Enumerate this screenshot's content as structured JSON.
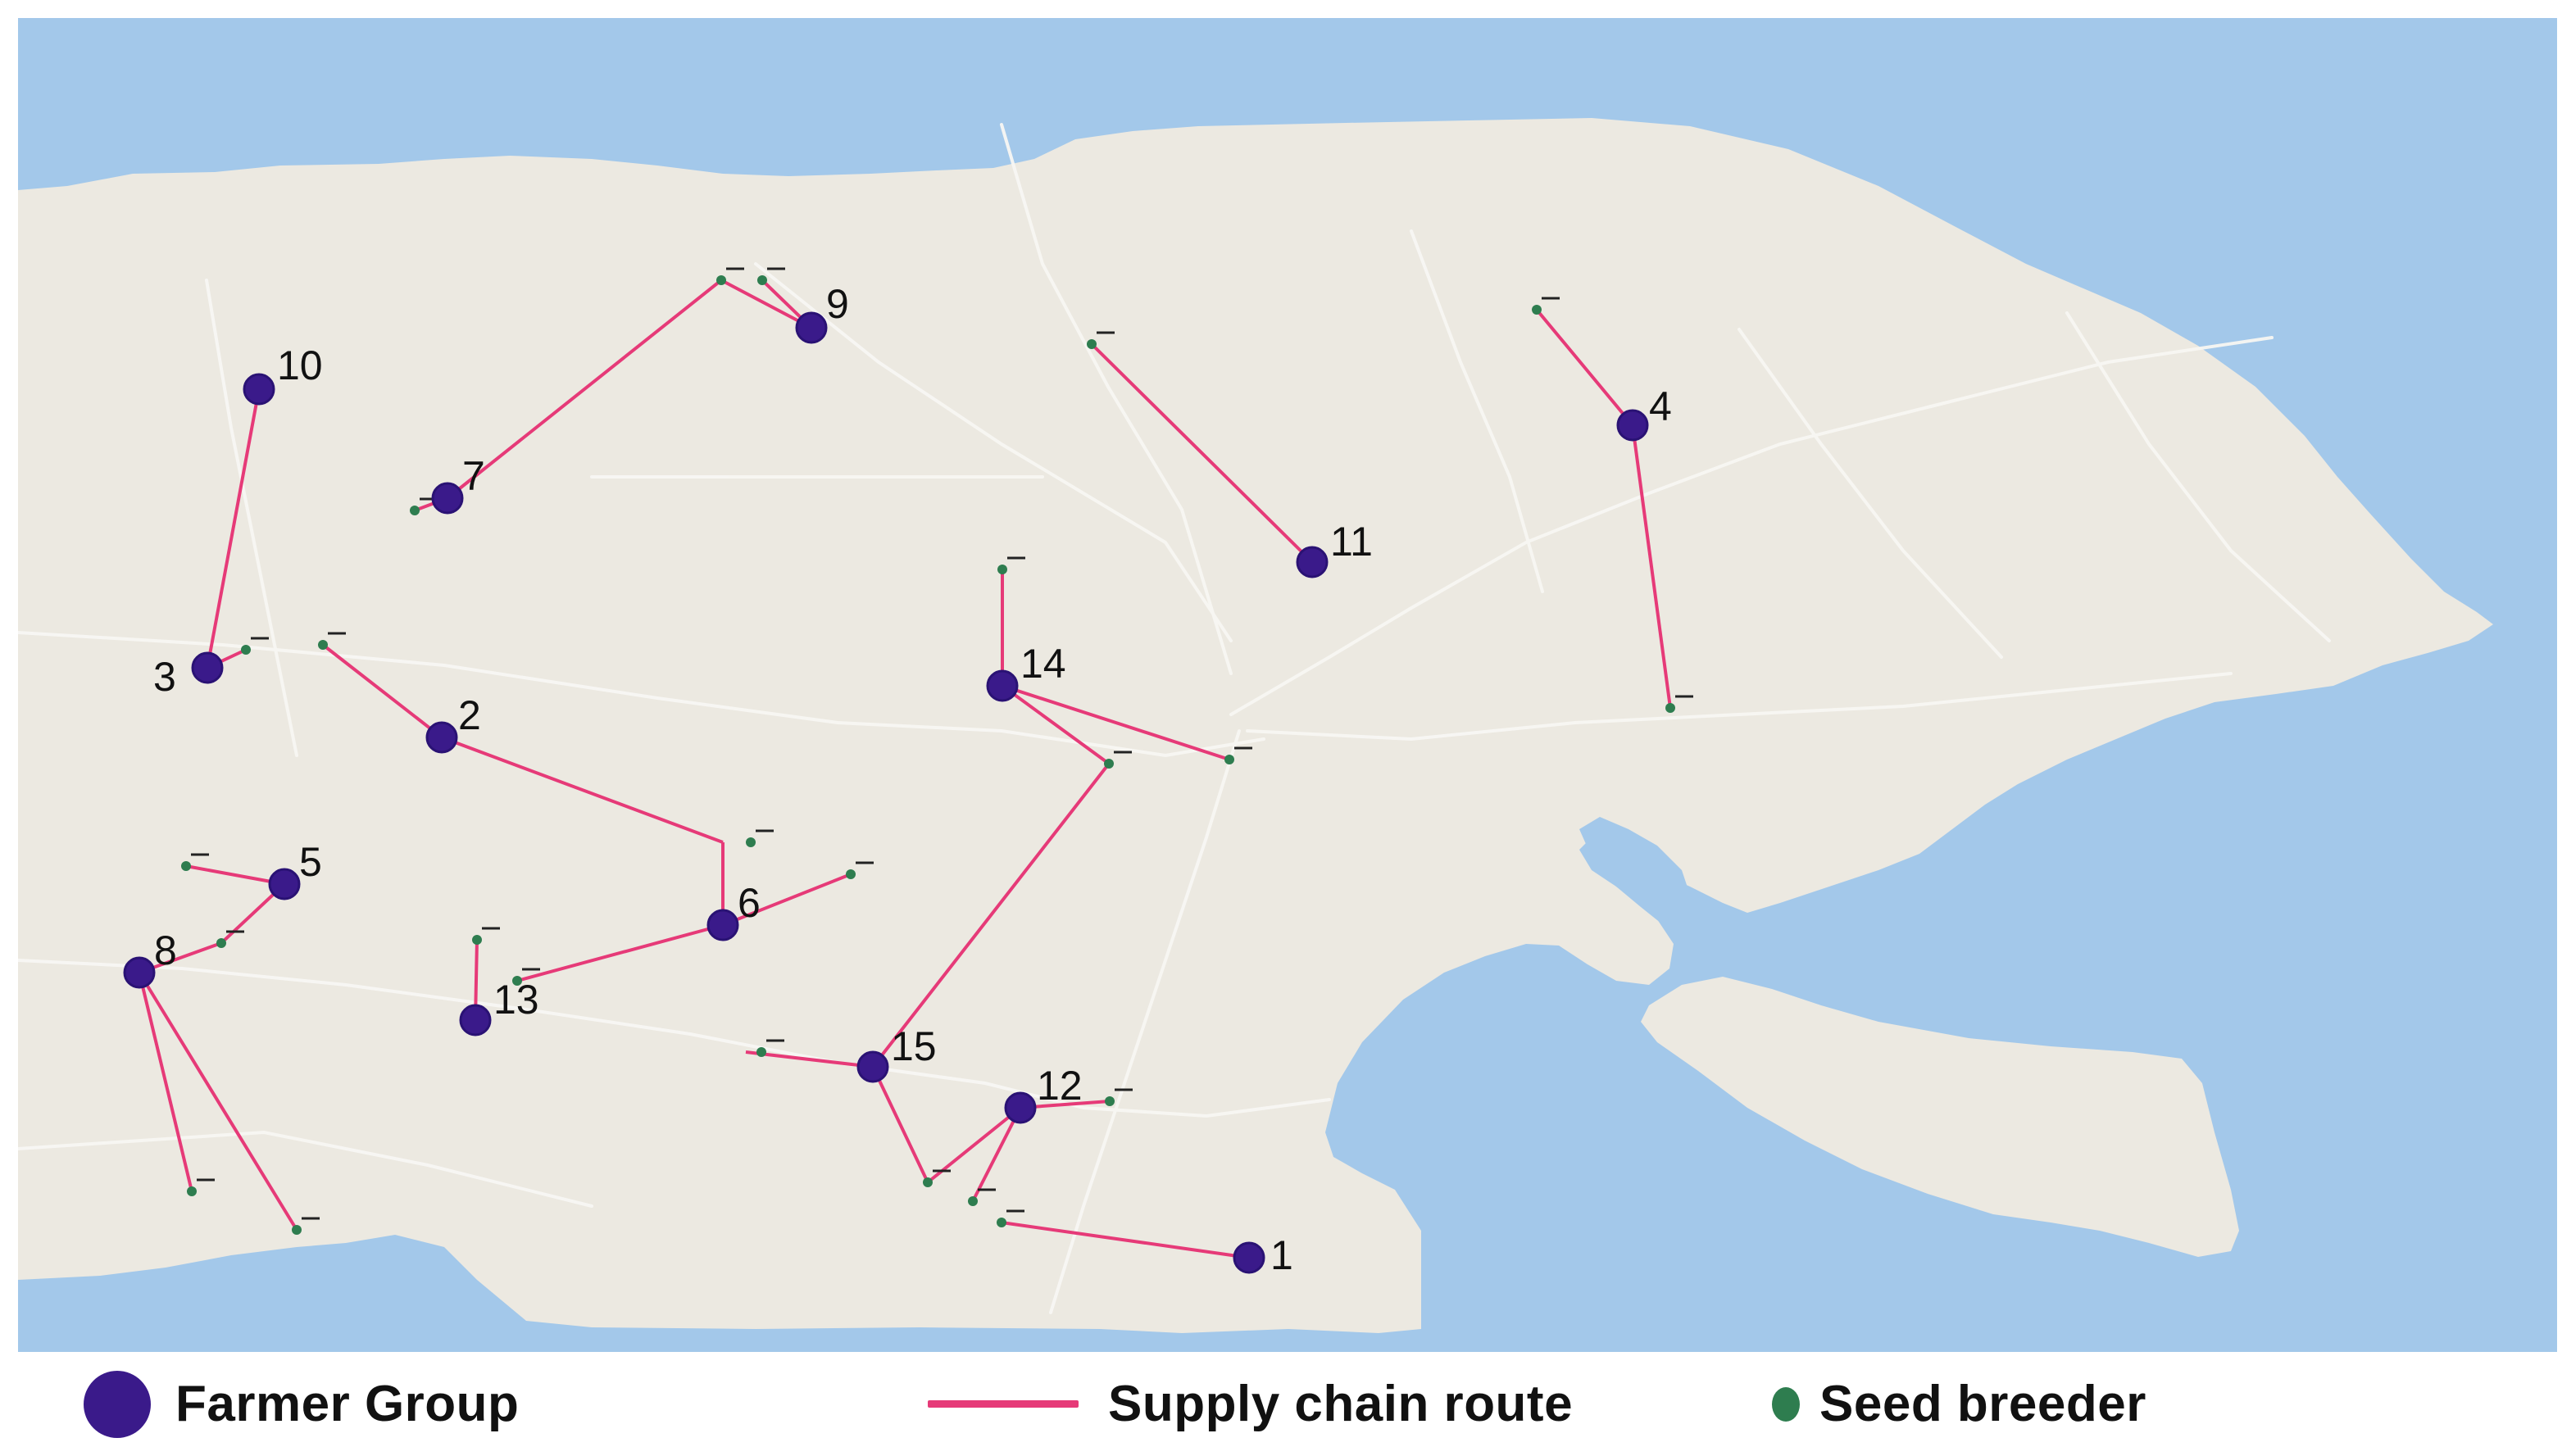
{
  "colors": {
    "sea": "#a3c8ea",
    "land": "#ece9e1",
    "road": "#f8f7f3",
    "farmer_group": "#2a1274",
    "farmer_group_fill": "#3a1a8a",
    "route": "#e63a78",
    "seed_breeder": "#2e7d4f"
  },
  "legend": {
    "farmer_group_label": "Farmer Group",
    "route_label": "Supply chain route",
    "seed_breeder_label": "Seed breeder"
  },
  "farmer_groups": [
    {
      "id": "1",
      "label": "1"
    },
    {
      "id": "2",
      "label": "2"
    },
    {
      "id": "3",
      "label": "3"
    },
    {
      "id": "4",
      "label": "4"
    },
    {
      "id": "5",
      "label": "5"
    },
    {
      "id": "6",
      "label": "6"
    },
    {
      "id": "7",
      "label": "7"
    },
    {
      "id": "8",
      "label": "8"
    },
    {
      "id": "9",
      "label": "9"
    },
    {
      "id": "10",
      "label": "10"
    },
    {
      "id": "11",
      "label": "11"
    },
    {
      "id": "12",
      "label": "12"
    },
    {
      "id": "13",
      "label": "13"
    },
    {
      "id": "14",
      "label": "14"
    },
    {
      "id": "15",
      "label": "15"
    }
  ]
}
